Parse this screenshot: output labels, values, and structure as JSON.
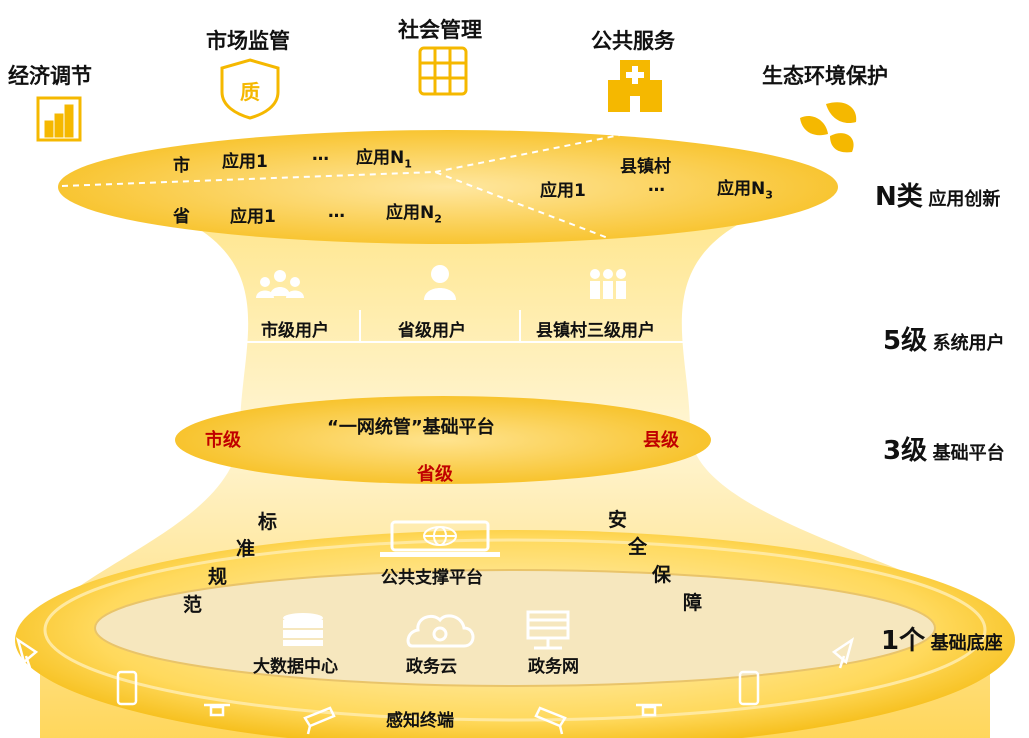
{
  "top_categories": [
    {
      "label": "经济调节",
      "icon": "bar-chart-icon"
    },
    {
      "label": "市场监管",
      "icon": "quality-shield-icon"
    },
    {
      "label": "社会管理",
      "icon": "grid-icon"
    },
    {
      "label": "公共服务",
      "icon": "hospital-icon"
    },
    {
      "label": "生态环境保护",
      "icon": "leaves-icon"
    }
  ],
  "apps": {
    "city": "市",
    "province": "省",
    "county": "县镇村",
    "app1": "应用1",
    "ellipsis": "…",
    "n1": "应用N",
    "n1_sub": "1",
    "n2": "应用N",
    "n2_sub": "2",
    "n3": "应用N",
    "n3_sub": "3"
  },
  "users": [
    "市级用户",
    "省级用户",
    "县镇村三级用户"
  ],
  "platform": {
    "title": "“一网统管”基础平台",
    "city": "市级",
    "county": "县级",
    "province": "省级"
  },
  "support": {
    "public": "公共支撑平台",
    "left_vertical": [
      "标",
      "准",
      "规",
      "范"
    ],
    "right_vertical": [
      "安",
      "全",
      "保",
      "障"
    ]
  },
  "base": {
    "bigdata": "大数据中心",
    "cloud": "政务云",
    "network": "政务网",
    "terminal": "感知终端"
  },
  "levels": [
    {
      "big": "N类",
      "small": "应用创新"
    },
    {
      "big": "5级",
      "small": "系统用户"
    },
    {
      "big": "3级",
      "small": "基础平台"
    },
    {
      "big": "1个",
      "small": "基础底座"
    }
  ],
  "colors": {
    "gold": "#F5B800",
    "gold_light": "#FFE9A6",
    "red": "#C00000",
    "dark": "#1A1A1A"
  }
}
